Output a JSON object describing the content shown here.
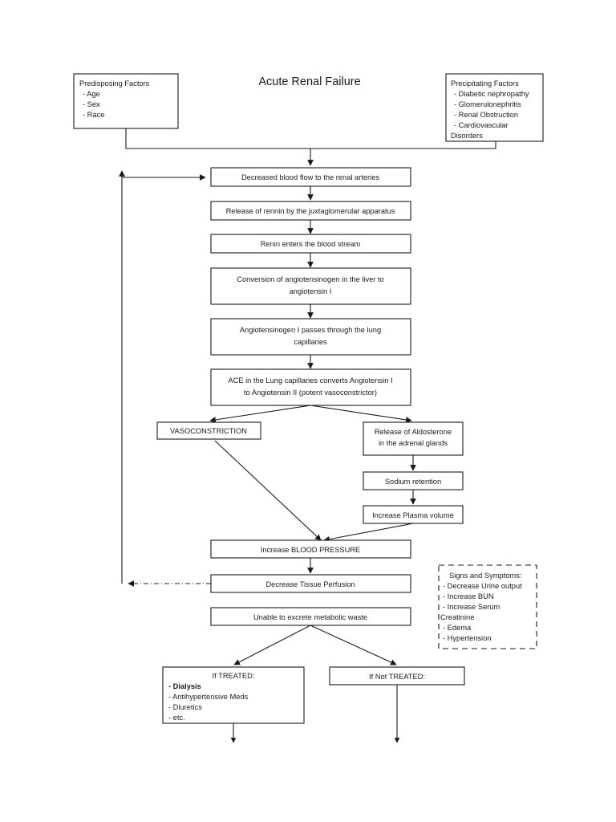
{
  "document": {
    "title": "Acute Renal Failure",
    "type": "flowchart",
    "page_size": "768x1024"
  },
  "predisposing": {
    "heading": "Predisposing Factors",
    "items": [
      "- Age",
      "- Sex",
      "- Race"
    ]
  },
  "precipitating": {
    "heading": "Precipitating Factors",
    "items": [
      "- Diabetic nephropathy",
      "- Glomerulonephritis",
      "- Renal Obstruction",
      "- Cardiovascular",
      "Disorders"
    ]
  },
  "chain": {
    "decreased_flow": "Decreased blood flow to the renal arteries",
    "renin_release": "Release of rennin by the juxtaglomerular apparatus",
    "renin_blood": "Renin enters the blood stream",
    "conversion_l1": "Conversion of angiotensinogen in the liver to",
    "conversion_l2": "angiotensin I",
    "lung_l1": "Angiotensinogen I passes through the lung",
    "lung_l2": "capillaries",
    "ace_l1": "ACE in the Lung capillaries converts Angiotensin I",
    "ace_l2": "to Angiotensin II (potent vasoconstrictor)",
    "vasoconstriction": "VASOCONSTRICTION",
    "aldosterone_l1": "Release of Aldosterone",
    "aldosterone_l2": "in the adrenal glands",
    "sodium": "Sodium retention",
    "plasma": "Increase Plasma volume",
    "blood_pressure": "Increase BLOOD PRESSURE",
    "tissue_perfusion": "Decrease Tissue Perfusion",
    "metabolic_waste": "Unable to excrete metabolic waste"
  },
  "signs": {
    "heading": "Signs and Symptoms:",
    "items": [
      "- Decrease Urine output",
      "- Increase BUN",
      "- Increase Serum",
      "Creatinine",
      "- Edema",
      "- Hypertension"
    ]
  },
  "treated": {
    "heading": "If TREATED:",
    "items": [
      "- Dialysis",
      "- Antihypertensive Meds",
      "- Diuretics",
      "- etc."
    ],
    "bold_index": 0
  },
  "not_treated": {
    "heading": "If Not TREATED:"
  },
  "colors": {
    "stroke": "#1a1a1a",
    "fill": "#ffffff",
    "background": "#ffffff"
  }
}
